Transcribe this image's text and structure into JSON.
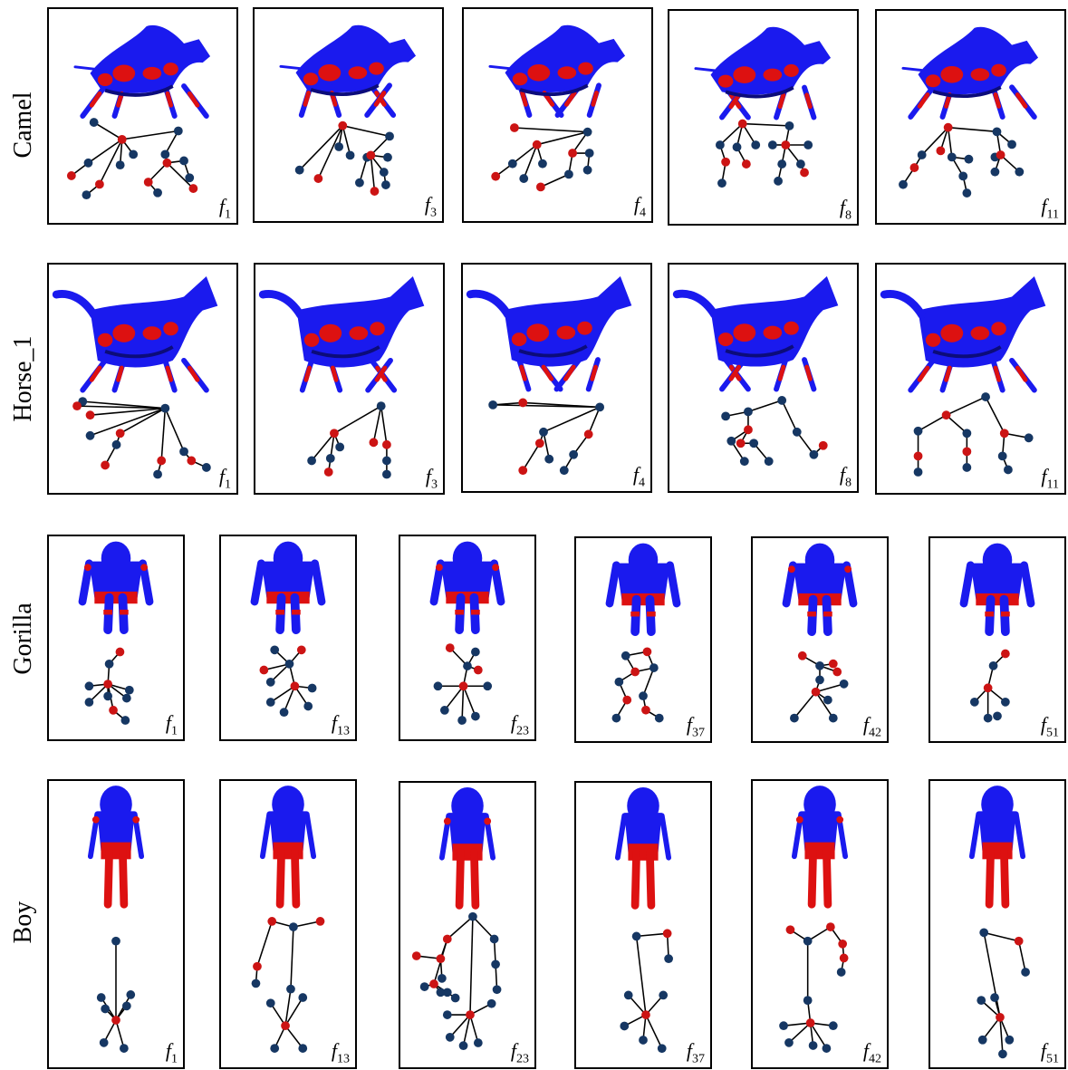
{
  "colors": {
    "mesh": "#1a1aee",
    "mesh_shade": "#0c0c7a",
    "seg": "#dd1111",
    "node_blue": "#163763",
    "node_red": "#cc1414",
    "edge": "#000000"
  },
  "rows": [
    {
      "label": "Camel",
      "kind": "quad",
      "frames": [
        "1",
        "3",
        "4",
        "8",
        "11"
      ]
    },
    {
      "label": "Horse_1",
      "kind": "quad",
      "frames": [
        "1",
        "3",
        "4",
        "8",
        "11"
      ]
    },
    {
      "label": "Gorilla",
      "kind": "human",
      "frames": [
        "1",
        "13",
        "23",
        "37",
        "42",
        "51"
      ]
    },
    {
      "label": "Boy",
      "kind": "human",
      "frames": [
        "1",
        "13",
        "23",
        "37",
        "42",
        "51"
      ]
    }
  ]
}
